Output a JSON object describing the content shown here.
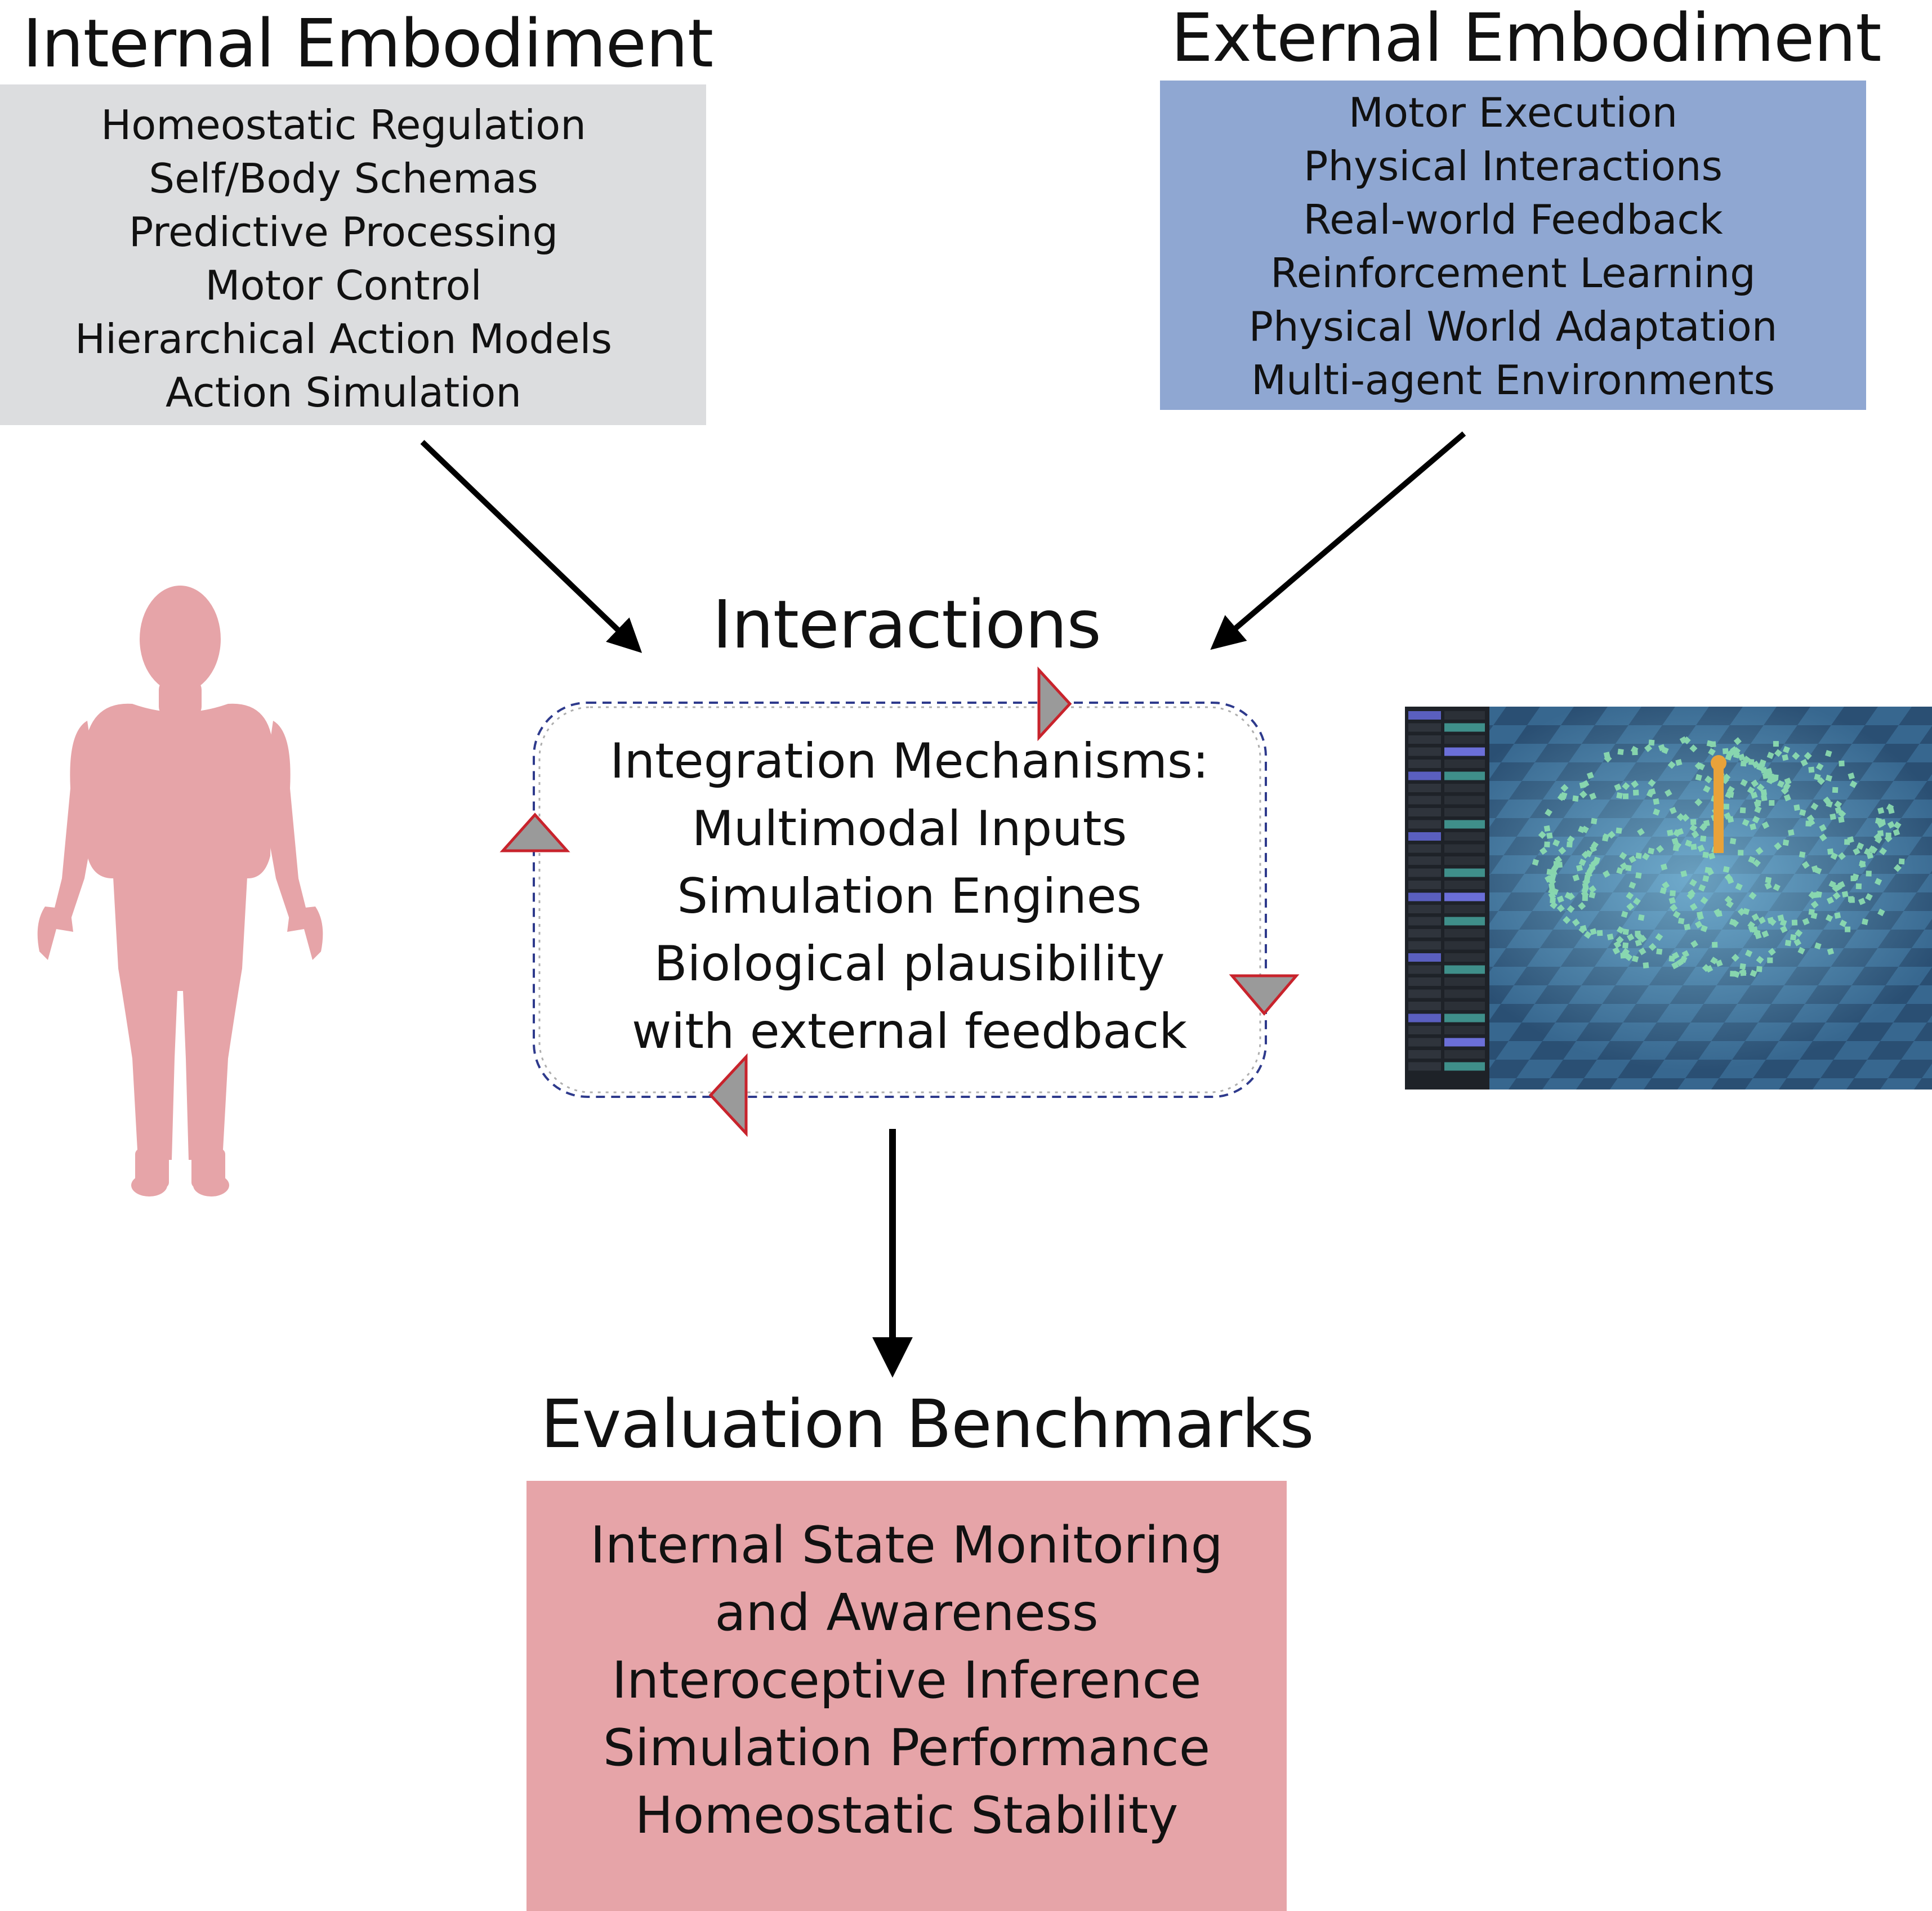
{
  "internal": {
    "title": "Internal Embodiment",
    "items": [
      "Homeostatic Regulation",
      "Self/Body Schemas",
      "Predictive Processing",
      "Motor Control",
      "Hierarchical Action Models",
      "Action Simulation"
    ]
  },
  "external": {
    "title": "External Embodiment",
    "items": [
      "Motor Execution",
      "Physical Interactions",
      "Real-world Feedback",
      "Reinforcement Learning",
      "Physical World Adaptation",
      "Multi-agent Environments"
    ]
  },
  "interactions": {
    "title": "Interactions",
    "items": [
      "Integration Mechanisms:",
      "Multimodal Inputs",
      "Simulation Engines",
      "Biological plausibility",
      "with external feedback"
    ]
  },
  "evaluation": {
    "title": "Evaluation Benchmarks",
    "items": [
      "Internal State Monitoring",
      "and Awareness",
      "Interoceptive Inference",
      "Simulation Performance",
      "Homeostatic Stability"
    ]
  },
  "colors": {
    "internal_box": "#dcdddf",
    "external_box": "#8fa7d2",
    "evaluation_box": "#e6a4a8",
    "human_figure": "#e6a4a8",
    "loop_border": "#2e3a8c",
    "loop_arrowhead_fill": "#9a9a9a",
    "loop_arrowhead_stroke": "#c8232c",
    "arrow": "#000000"
  },
  "icons": {
    "human": "human-body-silhouette",
    "simulation": "physics-simulation-screenshot"
  }
}
